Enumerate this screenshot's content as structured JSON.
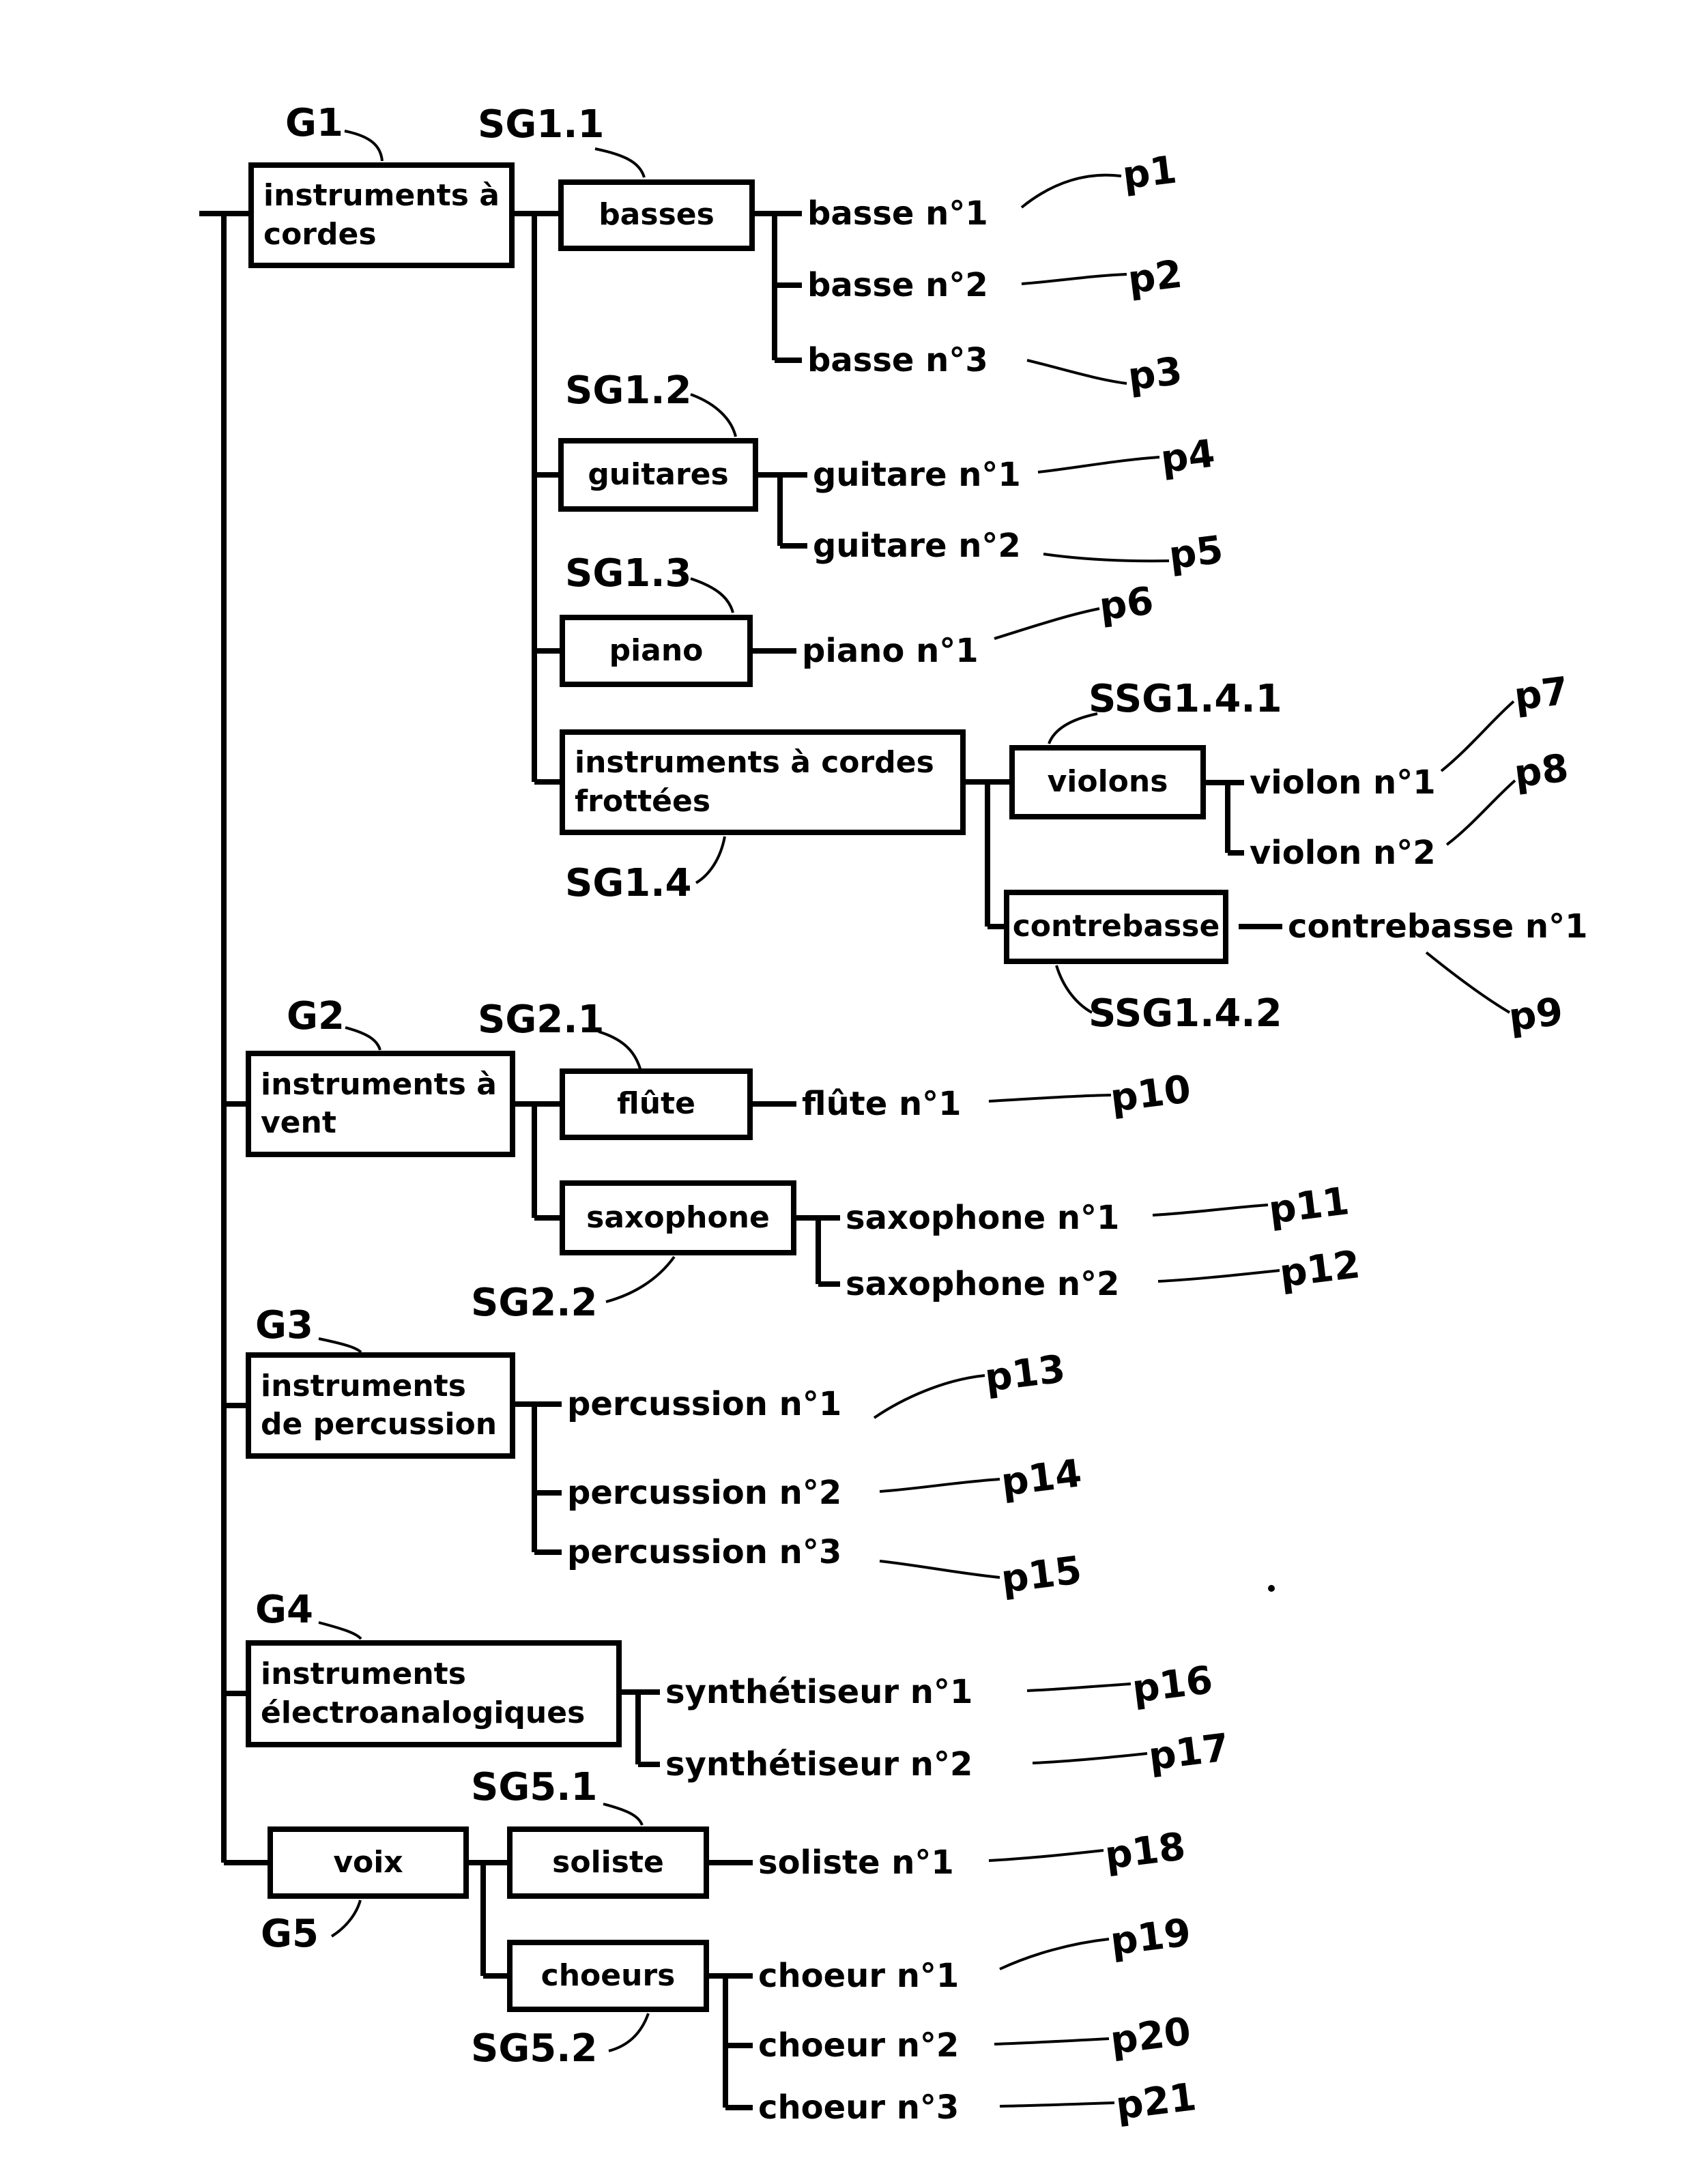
{
  "colors": {
    "ink": "#000000",
    "paper": "#ffffff"
  },
  "tree": {
    "groups": [
      {
        "ref": "G1",
        "box": [
          "instruments à",
          "cordes"
        ],
        "subgroups": [
          {
            "ref": "SG1.1",
            "box": [
              "basses"
            ],
            "leaves": [
              {
                "t": "basse n°1",
                "r": "p1"
              },
              {
                "t": "basse n°2",
                "r": "p2"
              },
              {
                "t": "basse n°3",
                "r": "p3"
              }
            ]
          },
          {
            "ref": "SG1.2",
            "box": [
              "guitares"
            ],
            "leaves": [
              {
                "t": "guitare n°1",
                "r": "p4"
              },
              {
                "t": "guitare n°2",
                "r": "p5"
              }
            ]
          },
          {
            "ref": "SG1.3",
            "box": [
              "piano"
            ],
            "leaves": [
              {
                "t": "piano n°1",
                "r": "p6"
              }
            ]
          },
          {
            "ref": "SG1.4",
            "box": [
              "instruments à cordes",
              "frottées"
            ],
            "subsubgroups": [
              {
                "ref": "SSG1.4.1",
                "box": [
                  "violons"
                ],
                "leaves": [
                  {
                    "t": "violon n°1",
                    "r": "p7"
                  },
                  {
                    "t": "violon n°2",
                    "r": "p8"
                  }
                ]
              },
              {
                "ref": "SSG1.4.2",
                "box": [
                  "contrebasse"
                ],
                "leaves": [
                  {
                    "t": "contrebasse n°1",
                    "r": "p9"
                  }
                ]
              }
            ]
          }
        ]
      },
      {
        "ref": "G2",
        "box": [
          "instruments à",
          "vent"
        ],
        "subgroups": [
          {
            "ref": "SG2.1",
            "box": [
              "flûte"
            ],
            "leaves": [
              {
                "t": "flûte n°1",
                "r": "p10"
              }
            ]
          },
          {
            "ref": "SG2.2",
            "box": [
              "saxophone"
            ],
            "leaves": [
              {
                "t": "saxophone n°1",
                "r": "p11"
              },
              {
                "t": "saxophone n°2",
                "r": "p12"
              }
            ]
          }
        ]
      },
      {
        "ref": "G3",
        "box": [
          "instruments",
          "de percussion"
        ],
        "leaves": [
          {
            "t": "percussion n°1",
            "r": "p13"
          },
          {
            "t": "percussion n°2",
            "r": "p14"
          },
          {
            "t": "percussion n°3",
            "r": "p15"
          }
        ]
      },
      {
        "ref": "G4",
        "box": [
          "instruments",
          "électroanalogiques"
        ],
        "leaves": [
          {
            "t": "synthétiseur n°1",
            "r": "p16"
          },
          {
            "t": "synthétiseur n°2",
            "r": "p17"
          }
        ]
      },
      {
        "ref": "G5",
        "box": [
          "voix"
        ],
        "subgroups": [
          {
            "ref": "SG5.1",
            "box": [
              "soliste"
            ],
            "leaves": [
              {
                "t": "soliste n°1",
                "r": "p18"
              }
            ]
          },
          {
            "ref": "SG5.2",
            "box": [
              "choeurs"
            ],
            "leaves": [
              {
                "t": "choeur n°1",
                "r": "p19"
              },
              {
                "t": "choeur n°2",
                "r": "p20"
              },
              {
                "t": "choeur n°3",
                "r": "p21"
              }
            ]
          }
        ]
      }
    ]
  }
}
